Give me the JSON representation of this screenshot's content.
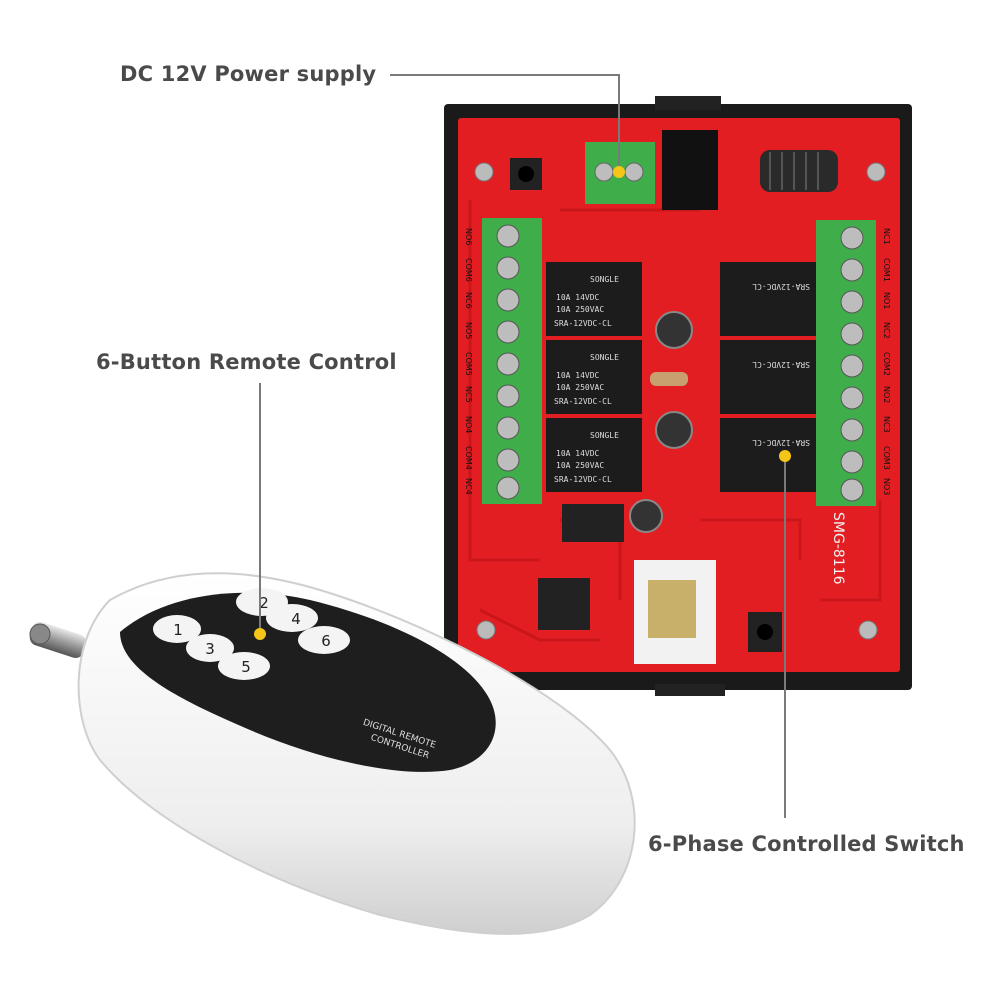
{
  "callouts": {
    "power_supply": "DC 12V Power supply",
    "remote_control": "6-Button Remote Control",
    "controlled_switch": "6-Phase Controlled Switch"
  },
  "board": {
    "model": "SMG-8116",
    "relay_brand": "SONGLE",
    "relay_part": "SRA-12VDC-CL",
    "relay_rating_1": "10A 14VDC",
    "relay_rating_2": "10A 250VAC",
    "terminals_left": [
      "NO6",
      "COM6",
      "NC6",
      "NO5",
      "COM5",
      "NC5",
      "NO4",
      "COM4",
      "NC4"
    ],
    "terminals_right": [
      "NC1",
      "COM1",
      "NO1",
      "NC2",
      "COM2",
      "NO2",
      "NC3",
      "COM3",
      "NO3"
    ]
  },
  "remote": {
    "buttons": [
      "1",
      "2",
      "3",
      "4",
      "5",
      "6"
    ],
    "brand_line1": "DIGITAL REMOTE",
    "brand_line2": "CONTROLLER"
  },
  "colors": {
    "board_red": "#e31e22",
    "terminal_green": "#3fae4a",
    "relay_black": "#1c1c1c",
    "callout_dot": "#f5c518",
    "label_gray": "#4a4a4a"
  }
}
